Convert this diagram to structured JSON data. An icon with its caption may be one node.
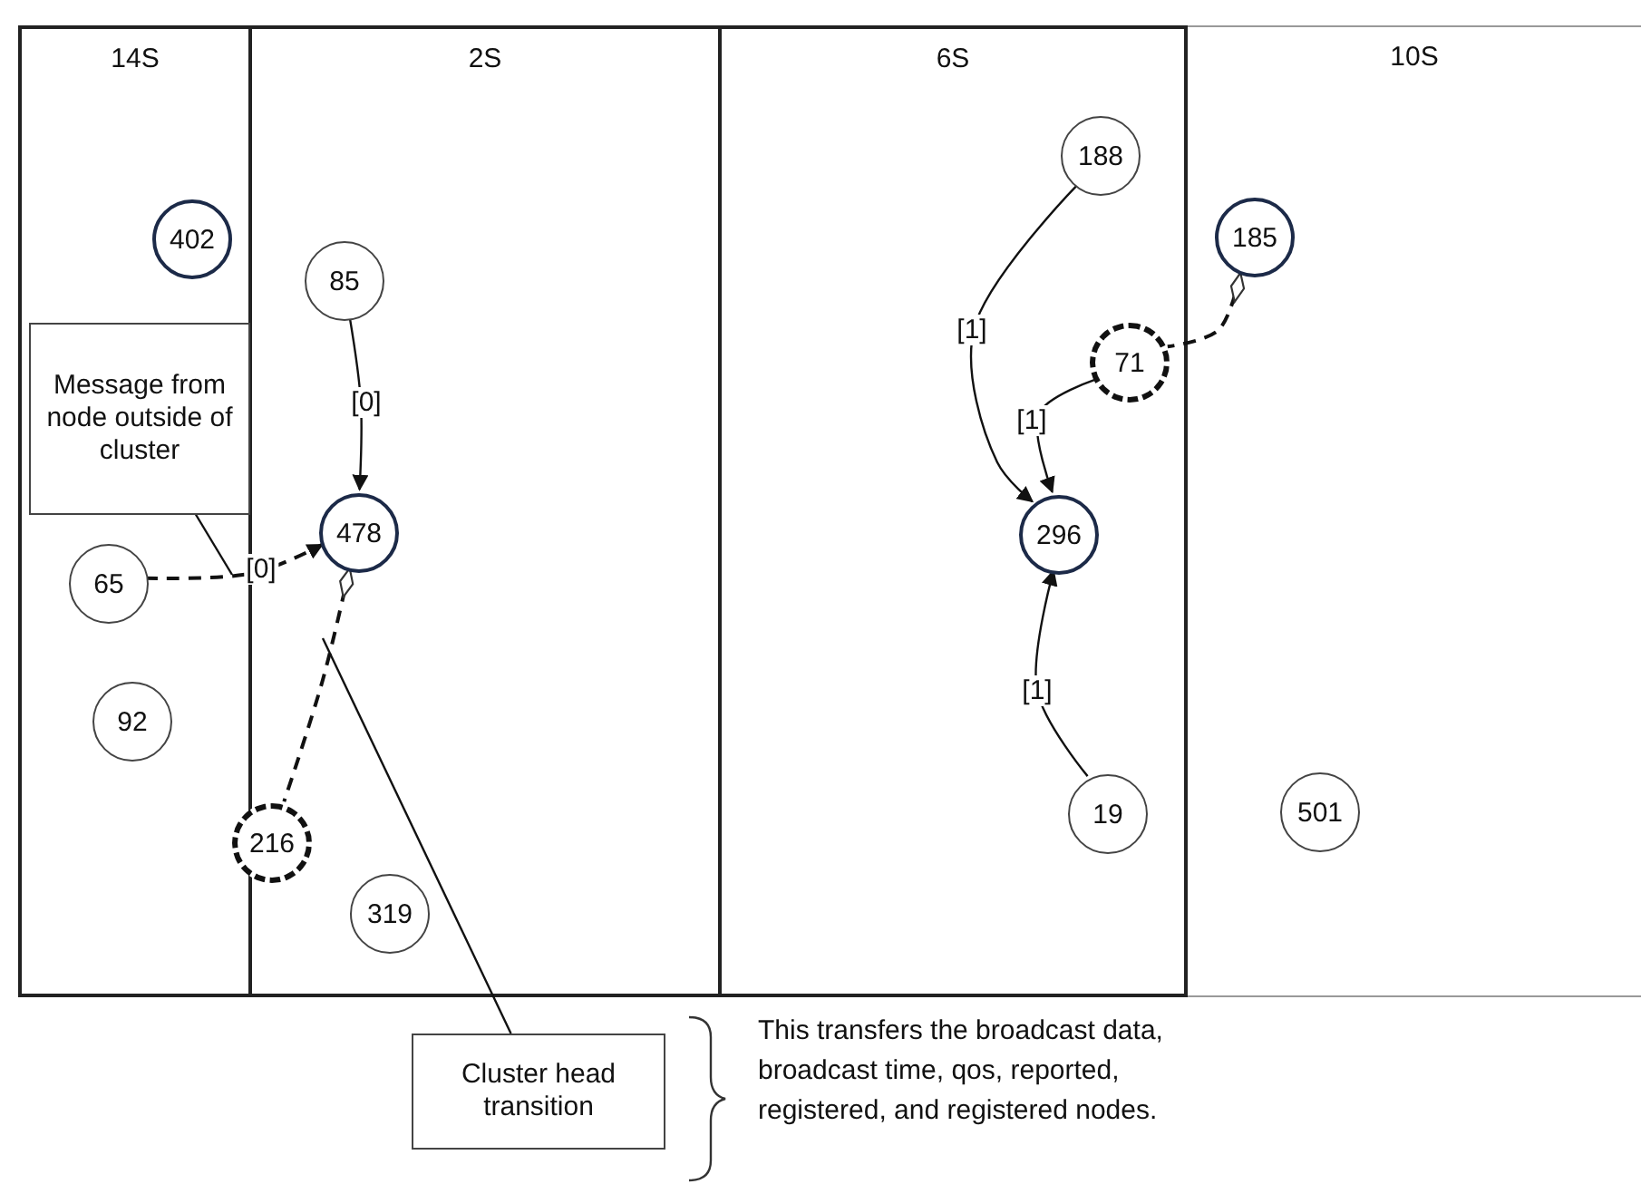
{
  "diagram": {
    "nodes": [
      {
        "text": [
          "14S"
        ]
      },
      {
        "text": [
          "2S"
        ]
      },
      {
        "text": [
          "6S"
        ]
      },
      {
        "text": [
          "10S"
        ]
      },
      {
        "text": [
          "402"
        ],
        "in": 0
      },
      {
        "text": [
          "Message from node outside of cluster"
        ],
        "in": 0
      },
      {
        "text": [
          "65"
        ],
        "in": 0
      },
      {
        "text": [
          "92"
        ],
        "in": 0
      },
      {
        "text": [
          "85"
        ],
        "in": 1
      },
      {
        "text": [
          "478"
        ],
        "in": 1
      },
      {
        "text": [
          "216"
        ],
        "in": 1
      },
      {
        "text": [
          "319"
        ],
        "in": 1
      },
      {
        "text": [
          "188"
        ],
        "in": 2
      },
      {
        "text": [
          "71"
        ],
        "in": 2
      },
      {
        "text": [
          "296"
        ],
        "in": 2
      },
      {
        "text": [
          "19"
        ],
        "in": 2
      },
      {
        "text": [
          "185"
        ],
        "in": 3
      },
      {
        "text": [
          "501"
        ],
        "in": 3
      },
      {
        "text": [
          "Cluster head transition"
        ]
      }
    ],
    "edges": [
      {
        "from": 8,
        "to": 9,
        "arrow": "to",
        "label": "[0]"
      },
      {
        "from": 6,
        "to": 9,
        "arrow": "to",
        "label": "[0]",
        "style": "dashed"
      },
      {
        "from": 9,
        "to": 10,
        "arrow": "other",
        "style": "dashed"
      },
      {
        "from": 12,
        "to": 14,
        "arrow": "to",
        "label": "[1]"
      },
      {
        "from": 13,
        "to": 14,
        "arrow": "to",
        "label": "[1]"
      },
      {
        "from": 16,
        "to": 13,
        "arrow": "other",
        "style": "dashed"
      },
      {
        "from": 15,
        "to": 14,
        "arrow": "to",
        "label": "[1]"
      },
      {
        "from": 5,
        "to": null,
        "arrow": "none"
      },
      {
        "from": 18,
        "to": null,
        "arrow": "none"
      }
    ],
    "labels": [
      "This transfers the broadcast data, broadcast time, qos, reported, registered, and registered nodes."
    ]
  }
}
